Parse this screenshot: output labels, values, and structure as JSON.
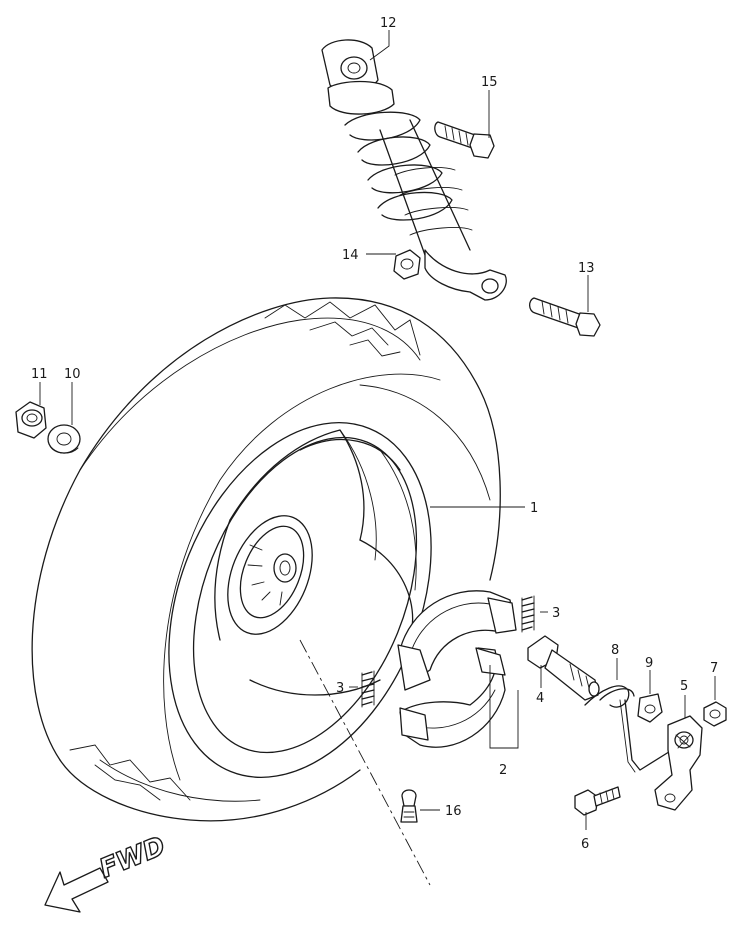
{
  "diagram": {
    "callouts": [
      {
        "id": "1",
        "label": "1"
      },
      {
        "id": "2",
        "label": "2"
      },
      {
        "id": "3a",
        "label": "3"
      },
      {
        "id": "3b",
        "label": "3"
      },
      {
        "id": "4",
        "label": "4"
      },
      {
        "id": "5",
        "label": "5"
      },
      {
        "id": "6",
        "label": "6"
      },
      {
        "id": "7",
        "label": "7"
      },
      {
        "id": "8",
        "label": "8"
      },
      {
        "id": "9",
        "label": "9"
      },
      {
        "id": "10",
        "label": "10"
      },
      {
        "id": "11",
        "label": "11"
      },
      {
        "id": "12",
        "label": "12"
      },
      {
        "id": "13",
        "label": "13"
      },
      {
        "id": "14",
        "label": "14"
      },
      {
        "id": "15",
        "label": "15"
      },
      {
        "id": "16",
        "label": "16"
      }
    ],
    "direction_label": "FWD",
    "line_color": "#1a1a1a",
    "background_color": "#ffffff"
  }
}
